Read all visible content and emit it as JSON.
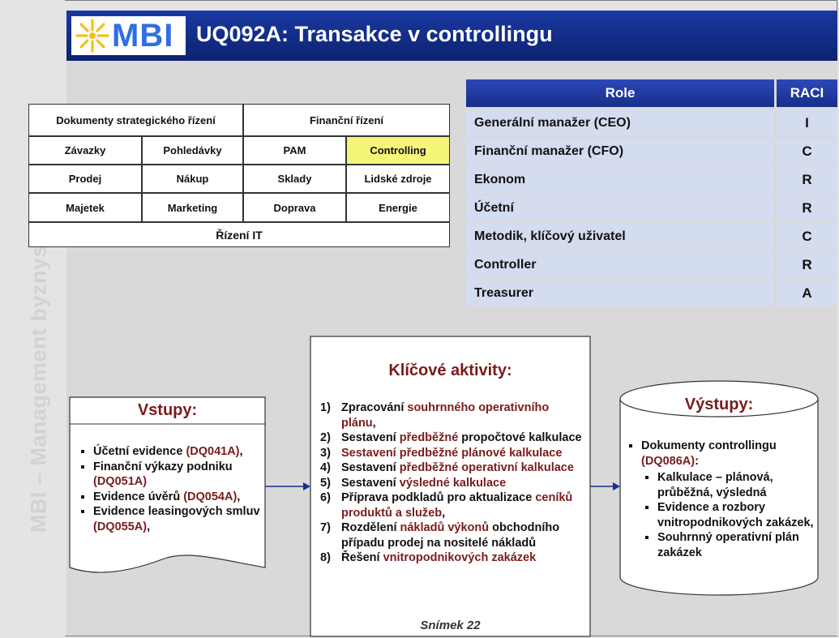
{
  "sidebar_text": "MBI – Management byznys informatiky",
  "logo_text": "MBI",
  "title": "UQ092A: Transakce v controllingu",
  "business_grid": {
    "top_left": "Dokumenty strategického řízení",
    "top_right": "Finanční řízení",
    "row1": [
      "Závazky",
      "Pohledávky",
      "PAM",
      "Controlling"
    ],
    "row2": [
      "Prodej",
      "Nákup",
      "Sklady",
      "Lidské zdroje"
    ],
    "row3": [
      "Majetek",
      "Marketing",
      "Doprava",
      "Energie"
    ],
    "bottom": "Řízení IT",
    "highlight_color": "#f5f57a"
  },
  "raci": {
    "headers": [
      "Role",
      "RACI"
    ],
    "rows": [
      {
        "role": "Generální manažer (CEO)",
        "raci": "I"
      },
      {
        "role": "Finanční manažer (CFO)",
        "raci": "C"
      },
      {
        "role": "Ekonom",
        "raci": "R"
      },
      {
        "role": "Účetní",
        "raci": "R"
      },
      {
        "role": "Metodik, klíčový uživatel",
        "raci": "C"
      },
      {
        "role": "Controller",
        "raci": "R"
      },
      {
        "role": "Treasurer",
        "raci": "A"
      }
    ]
  },
  "inputs": {
    "title": "Vstupy:",
    "items": [
      {
        "text": "Účetní evidence ",
        "code": "(DQ041A)",
        "tail": ","
      },
      {
        "text": "Finanční výkazy podniku ",
        "code": "(DQ051A)",
        "tail": ""
      },
      {
        "text": "Evidence úvěrů ",
        "code": "(DQ054A)",
        "tail": ","
      },
      {
        "text": "Evidence leasingových smluv ",
        "code": "(DQ055A)",
        "tail": ","
      }
    ]
  },
  "activities": {
    "title": "Klíčové aktivity:",
    "items": [
      {
        "num": "1)",
        "parts": [
          [
            "Zpracování ",
            ""
          ],
          [
            "souhrnného operativního plánu",
            "red"
          ],
          [
            ",",
            ""
          ]
        ]
      },
      {
        "num": "2)",
        "parts": [
          [
            "Sestavení ",
            ""
          ],
          [
            "předběžné ",
            "red"
          ],
          [
            "propočtové kalkulace",
            ""
          ]
        ]
      },
      {
        "num": "3)",
        "parts": [
          [
            "Sestavení předběžné plánové kalkulace",
            "red"
          ]
        ]
      },
      {
        "num": "4)",
        "parts": [
          [
            "Sestavení ",
            ""
          ],
          [
            "předběžné operativní kalkulace",
            "red"
          ]
        ]
      },
      {
        "num": "5)",
        "parts": [
          [
            "Sestavení ",
            ""
          ],
          [
            "výsledné kalkulace",
            "red"
          ]
        ]
      },
      {
        "num": "6)",
        "parts": [
          [
            "Příprava podkladů pro aktualizace ",
            ""
          ],
          [
            "ceníků produktů a služeb",
            "red"
          ],
          [
            ",",
            ""
          ]
        ]
      },
      {
        "num": "7)",
        "parts": [
          [
            "Rozdělení ",
            ""
          ],
          [
            "nákladů výkonů ",
            "red"
          ],
          [
            "obchodního případu prodej na nositelé nákladů",
            ""
          ]
        ]
      },
      {
        "num": "8)",
        "parts": [
          [
            "Řešení ",
            ""
          ],
          [
            "vnitropodnikových zakázek",
            "red"
          ]
        ]
      }
    ]
  },
  "outputs": {
    "title": "Výstupy:",
    "main": "Dokumenty controllingu",
    "main_code": "(DQ086A)",
    "main_tail": ":",
    "sub": [
      "Kalkulace – plánová, průběžná, výsledná",
      "Evidence a rozbory vnitropodnikových zakázek,",
      "Souhrnný operativní plán zakázek"
    ]
  },
  "footer": "Snímek  22"
}
